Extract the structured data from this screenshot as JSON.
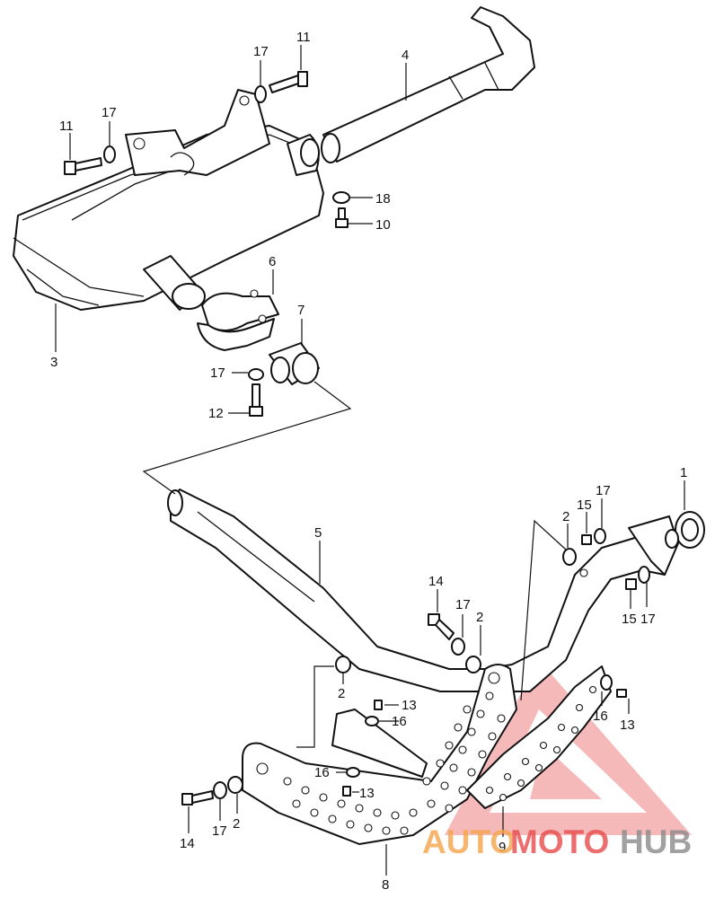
{
  "diagram": {
    "part_labels": {
      "p1": "1",
      "p2a": "2",
      "p2b": "2",
      "p2c": "2",
      "p2d": "2",
      "p3": "3",
      "p4": "4",
      "p5": "5",
      "p6": "6",
      "p7": "7",
      "p8": "8",
      "p9": "9",
      "p10": "10",
      "p11a": "11",
      "p11b": "11",
      "p12": "12",
      "p13a": "13",
      "p13b": "13",
      "p13c": "13",
      "p14a": "14",
      "p14b": "14",
      "p15a": "15",
      "p15b": "15",
      "p16a": "16",
      "p16b": "16",
      "p16c": "16",
      "p17a": "17",
      "p17b": "17",
      "p17c": "17",
      "p17d": "17",
      "p17e": "17",
      "p17f": "17",
      "p18": "18"
    }
  },
  "watermark": {
    "word_auto": "AUTO",
    "word_moto": "MOTO",
    "word_hub": "HUB",
    "color_orange": "#f5a54a",
    "color_red": "#e84c4c",
    "color_gray": "#8a8a8a"
  }
}
